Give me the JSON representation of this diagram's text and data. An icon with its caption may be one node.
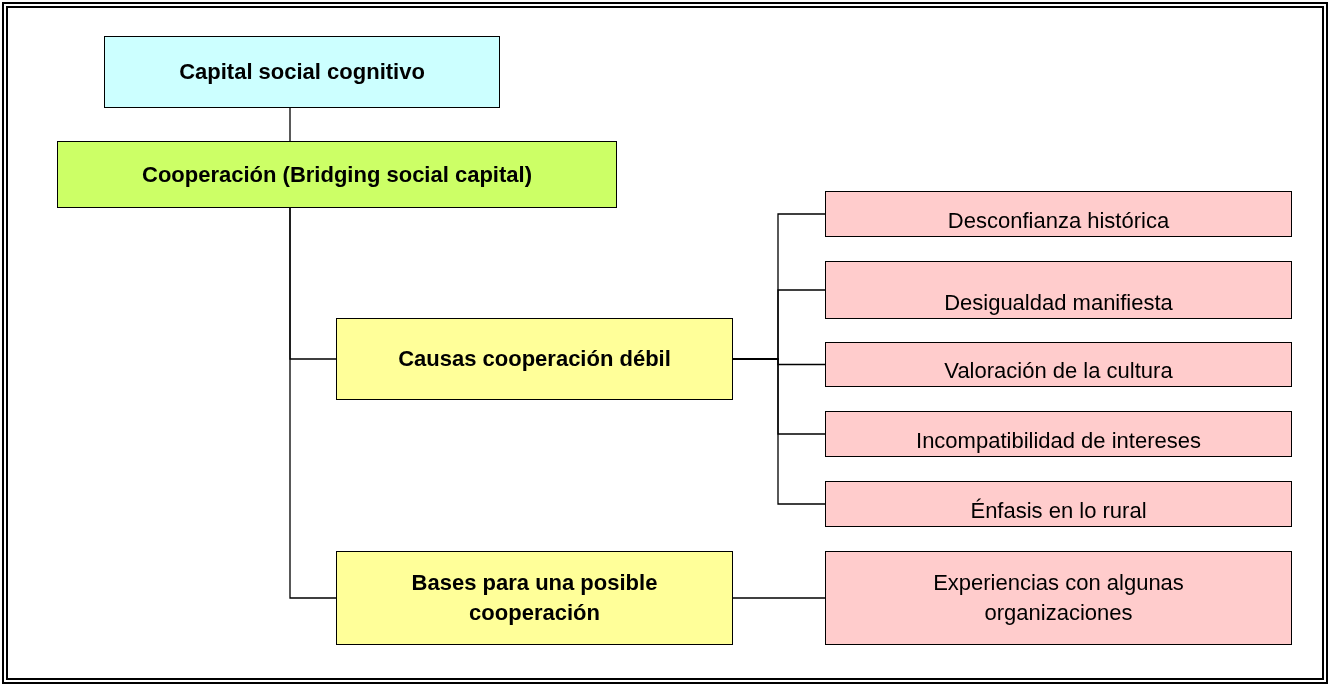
{
  "diagram": {
    "nodes": [
      {
        "text": [
          "Capital social cognitivo"
        ]
      },
      {
        "text": [
          "Cooperación (Bridging social capital)"
        ]
      },
      {
        "text": [
          "Causas cooperación débil"
        ]
      },
      {
        "text": [
          "Bases para una posible cooperación"
        ]
      },
      {
        "text": [
          "Desconfianza histórica"
        ]
      },
      {
        "text": [
          "Desigualdad manifiesta"
        ]
      },
      {
        "text": [
          "Valoración de la cultura"
        ]
      },
      {
        "text": [
          "Incompatibilidad de intereses"
        ]
      },
      {
        "text": [
          "Énfasis en lo rural"
        ]
      },
      {
        "text": [
          "Experiencias con algunas organizaciones"
        ]
      }
    ],
    "edges": [
      {
        "from": 0,
        "to": 1,
        "arrow": "none"
      },
      {
        "from": 1,
        "to": 2,
        "arrow": "none"
      },
      {
        "from": 1,
        "to": 3,
        "arrow": "none"
      },
      {
        "from": 2,
        "to": 4,
        "arrow": "none"
      },
      {
        "from": 2,
        "to": 5,
        "arrow": "none"
      },
      {
        "from": 2,
        "to": 6,
        "arrow": "none"
      },
      {
        "from": 2,
        "to": 7,
        "arrow": "none"
      },
      {
        "from": 2,
        "to": 8,
        "arrow": "none"
      },
      {
        "from": 3,
        "to": 9,
        "arrow": "none"
      }
    ]
  }
}
